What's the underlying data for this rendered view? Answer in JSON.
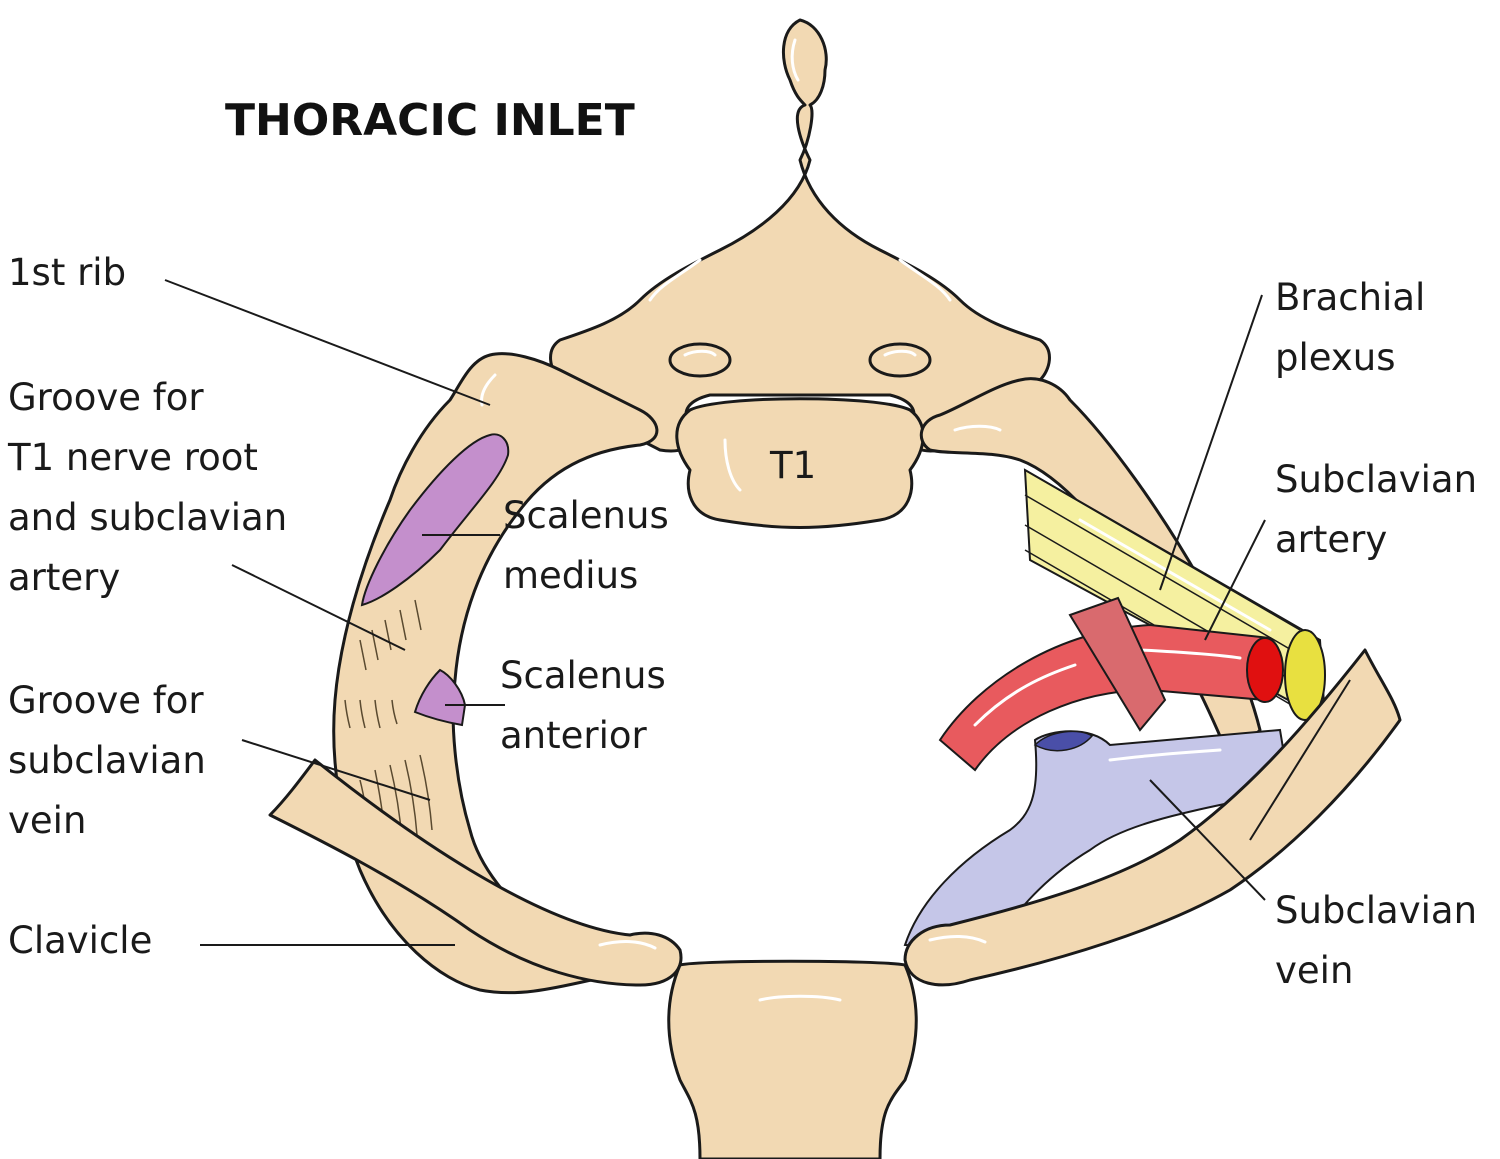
{
  "title": "THORACIC INLET",
  "labels": {
    "first_rib": [
      "1st rib"
    ],
    "groove_t1": [
      "Groove for",
      "T1 nerve root",
      "and subclavian",
      "artery"
    ],
    "groove_vein": [
      "Groove for",
      "subclavian",
      "vein"
    ],
    "clavicle": [
      "Clavicle"
    ],
    "scalenus_medius": [
      "Scalenus",
      "medius"
    ],
    "scalenus_anterior": [
      "Scalenus",
      "anterior"
    ],
    "t1": [
      "T1"
    ],
    "brachial_plexus": [
      "Brachial",
      "plexus"
    ],
    "subclavian_artery": [
      "Subclavian",
      "artery"
    ],
    "subclavian_vein": [
      "Subclavian",
      "vein"
    ]
  },
  "colors": {
    "bone": "#f2d9b3",
    "muscle": "#c48fcc",
    "artery": "#e85a5e",
    "artery_lumen": "#e01010",
    "vein": "#c5c6e8",
    "vein_dark": "#4a4fa8",
    "nerve": "#f5f0a0"
  }
}
